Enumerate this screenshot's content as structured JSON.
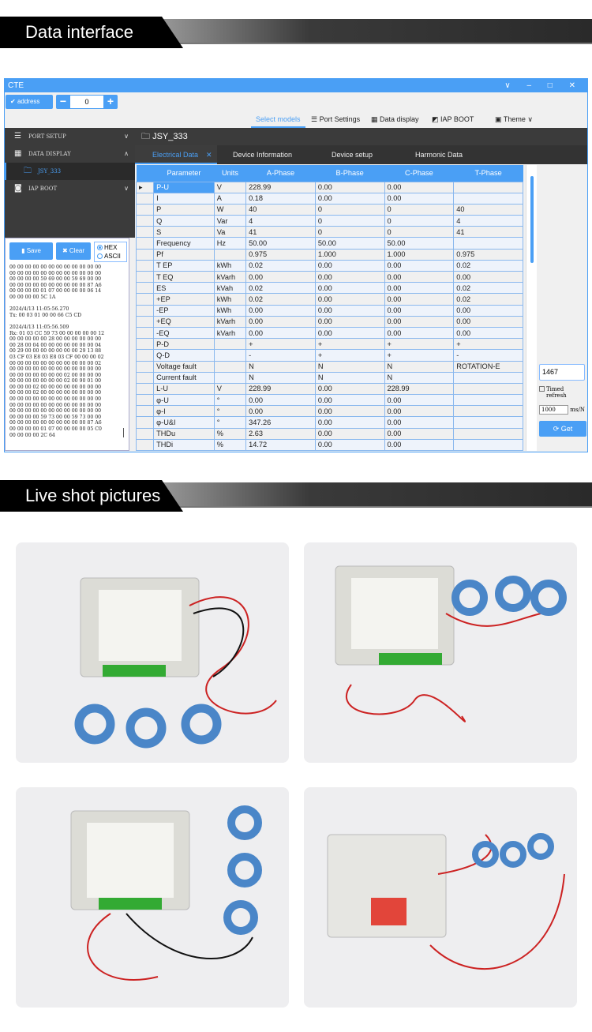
{
  "banners": {
    "data_interface": "Data interface",
    "live_shot": "Live shot pictures"
  },
  "window": {
    "title": "CTE",
    "controls": "∨ – □ ✕",
    "address_label": "address",
    "address_value": "0",
    "menu": [
      {
        "label": "Select models",
        "icon": "none",
        "selected": true
      },
      {
        "label": "Port Settings",
        "icon": "list-icon"
      },
      {
        "label": "Data display",
        "icon": "windows-icon"
      },
      {
        "label": "IAP BOOT",
        "icon": "boot-icon"
      },
      {
        "label": "Theme",
        "icon": "image-icon"
      }
    ],
    "sidebar": [
      {
        "label": "PORT SETUP"
      },
      {
        "label": "DATA DISPLAY"
      },
      {
        "label": "JSY_333"
      },
      {
        "label": "IAP BOOT"
      }
    ],
    "log": {
      "save": "Save",
      "clear": "Clear",
      "hex": "HEX",
      "ascii": "ASCII",
      "mode": "HEX",
      "text": "00 00 00 00 00 00 00 00 00 00 00 00\n00 00 00 00 00 00 00 00 00 00 00 00\n00 00 00 00 59 69 00 00 59 69 00 00\n00 00 00 00 00 00 00 00 00 00 87 A6\n00 00 00 00 01 07 00 00 00 00 06 14\n00 00 00 00 5C 1A\n\n2024/4/13 11:05:56.270\nTx: 00 03 01 00 00 66 C5 CD\n\n2024/4/13 11:05:56.509\nRx: 01 03 CC 59 73 00 00 00 00 00 12\n00 00 00 00 00 28 00 00 00 00 00 00\n00 28 00 04 00 00 00 00 00 00 00 04\n00 29 00 00 00 00 00 00 00 29 13 88\n03 CF 03 E8 03 E8 03 CF 00 00 00 02\n00 00 00 00 00 00 00 00 00 00 00 02\n00 00 00 00 00 00 00 00 00 00 00 00\n00 00 00 00 00 00 00 02 00 00 00 00\n00 00 00 00 00 00 00 02 00 90 01 00\n00 00 00 02 00 00 00 00 00 00 00 00\n00 00 00 02 00 00 00 00 00 00 00 00\n00 00 00 00 00 00 00 00 00 00 00 00\n00 00 00 00 00 00 00 00 00 00 00 00\n00 00 00 00 00 00 00 00 00 00 00 00\n00 00 00 00 59 73 00 00 59 73 00 00\n00 00 00 00 00 00 00 00 00 00 87 A6\n00 00 00 00 01 07 00 00 00 00 05 C0\n00 00 00 00 2C 64"
    },
    "device_title": "JSY_333",
    "tabs": [
      "Electrical Data",
      "Device Information",
      "Device setup",
      "Harmonic Data"
    ],
    "active_tab": "Electrical Data",
    "table": {
      "headers": [
        "Parameter",
        "Units",
        "A-Phase",
        "B-Phase",
        "C-Phase",
        "T-Phase"
      ],
      "rows": [
        [
          "P-U",
          "V",
          "228.99",
          "0.00",
          "0.00",
          ""
        ],
        [
          "I",
          "A",
          "0.18",
          "0.00",
          "0.00",
          ""
        ],
        [
          "P",
          "W",
          "40",
          "0",
          "0",
          "40"
        ],
        [
          "Q",
          "Var",
          "4",
          "0",
          "0",
          "4"
        ],
        [
          "S",
          "Va",
          "41",
          "0",
          "0",
          "41"
        ],
        [
          "Frequency",
          "Hz",
          "50.00",
          "50.00",
          "50.00",
          ""
        ],
        [
          "Pf",
          "",
          "0.975",
          "1.000",
          "1.000",
          "0.975"
        ],
        [
          "T EP",
          "kWh",
          "0.02",
          "0.00",
          "0.00",
          "0.02"
        ],
        [
          "T EQ",
          "kVarh",
          "0.00",
          "0.00",
          "0.00",
          "0.00"
        ],
        [
          "ES",
          "kVah",
          "0.02",
          "0.00",
          "0.00",
          "0.02"
        ],
        [
          "+EP",
          "kWh",
          "0.02",
          "0.00",
          "0.00",
          "0.02"
        ],
        [
          "-EP",
          "kWh",
          "0.00",
          "0.00",
          "0.00",
          "0.00"
        ],
        [
          "+EQ",
          "kVarh",
          "0.00",
          "0.00",
          "0.00",
          "0.00"
        ],
        [
          "-EQ",
          "kVarh",
          "0.00",
          "0.00",
          "0.00",
          "0.00"
        ],
        [
          "P-D",
          "",
          "+",
          "+",
          "+",
          "+"
        ],
        [
          "Q-D",
          "",
          "-",
          "+",
          "+",
          "-"
        ],
        [
          "Voltage fault",
          "",
          "N",
          "N",
          "N",
          "ROTATION-E"
        ],
        [
          "Current fault",
          "",
          "N",
          "N",
          "N",
          ""
        ],
        [
          "L-U",
          "V",
          "228.99",
          "0.00",
          "228.99",
          ""
        ],
        [
          "φ-U",
          "°",
          "0.00",
          "0.00",
          "0.00",
          ""
        ],
        [
          "φ-I",
          "°",
          "0.00",
          "0.00",
          "0.00",
          ""
        ],
        [
          "φ-U&I",
          "°",
          "347.26",
          "0.00",
          "0.00",
          ""
        ],
        [
          "THDu",
          "%",
          "2.63",
          "0.00",
          "0.00",
          ""
        ],
        [
          "THDi",
          "%",
          "14.72",
          "0.00",
          "0.00",
          ""
        ]
      ]
    },
    "right_panel": {
      "count": "1467",
      "timed_refresh": "Timed refresh",
      "interval": "1000",
      "unit": "ms/N",
      "get": "Get"
    },
    "colors": {
      "accent": "#4a9ff5",
      "sidebar": "#3b3b3b",
      "ring": "#4a86c8"
    }
  },
  "photos": [
    {
      "name": "photo-top-view"
    },
    {
      "name": "photo-angled-view"
    },
    {
      "name": "photo-front-view"
    },
    {
      "name": "photo-rear-view"
    }
  ]
}
